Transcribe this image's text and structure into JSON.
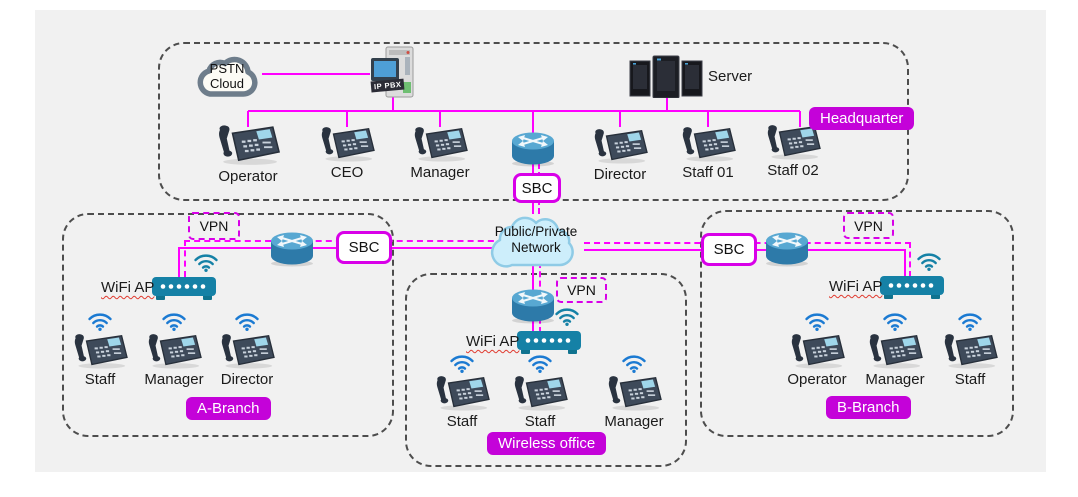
{
  "colors": {
    "line_magenta": "#ff00ff",
    "badge_magenta": "#c402d9",
    "box_border_magenta": "#d800e8",
    "section_border_gray": "#4d4d4d",
    "panel_gray": "#f1f1f1",
    "router_blue": "#2d7aa9",
    "ap_teal": "#1581a6",
    "wifi_blue": "#1b7ad2",
    "cloud_blue_fill": "#cdeefb",
    "pstn_cloud_stroke": "#6e7d8b"
  },
  "icons": {
    "router": "router-icon (blue cylinder with crossing arrows)",
    "phone": "ip-phone-icon (desk phone)",
    "wifi": "wifi-signal-icon (arcs)",
    "ap": "wifi-access-point-icon (teal box with dots)",
    "server": "server-towers-icon",
    "pbx": "ip-pbx-tower-icon",
    "pstn_cloud": "gray-cloud-icon",
    "network_cloud": "blue-cloud-icon"
  },
  "headquarter": {
    "badge": "Headquarter",
    "pstn": {
      "line1": "PSTN",
      "line2": "Cloud"
    },
    "ip_pbx": "IP PBX",
    "server": "Server",
    "sbc": "SBC",
    "phones": [
      "Operator",
      "CEO",
      "Manager",
      "Director",
      "Staff 01",
      "Staff 02"
    ]
  },
  "cloud": {
    "line1": "Public/Private",
    "line2": "Network"
  },
  "a_branch": {
    "badge": "A-Branch",
    "vpn": "VPN",
    "sbc": "SBC",
    "wifi_ap": "WiFi AP",
    "phones": [
      "Staff",
      "Manager",
      "Director"
    ]
  },
  "wireless": {
    "badge": "Wireless office",
    "vpn": "VPN",
    "wifi_ap": "WiFi AP",
    "phones": [
      "Staff",
      "Staff",
      "Manager"
    ]
  },
  "b_branch": {
    "badge": "B-Branch",
    "vpn": "VPN",
    "sbc": "SBC",
    "wifi_ap": "WiFi AP",
    "phones": [
      "Operator",
      "Manager",
      "Staff"
    ]
  }
}
